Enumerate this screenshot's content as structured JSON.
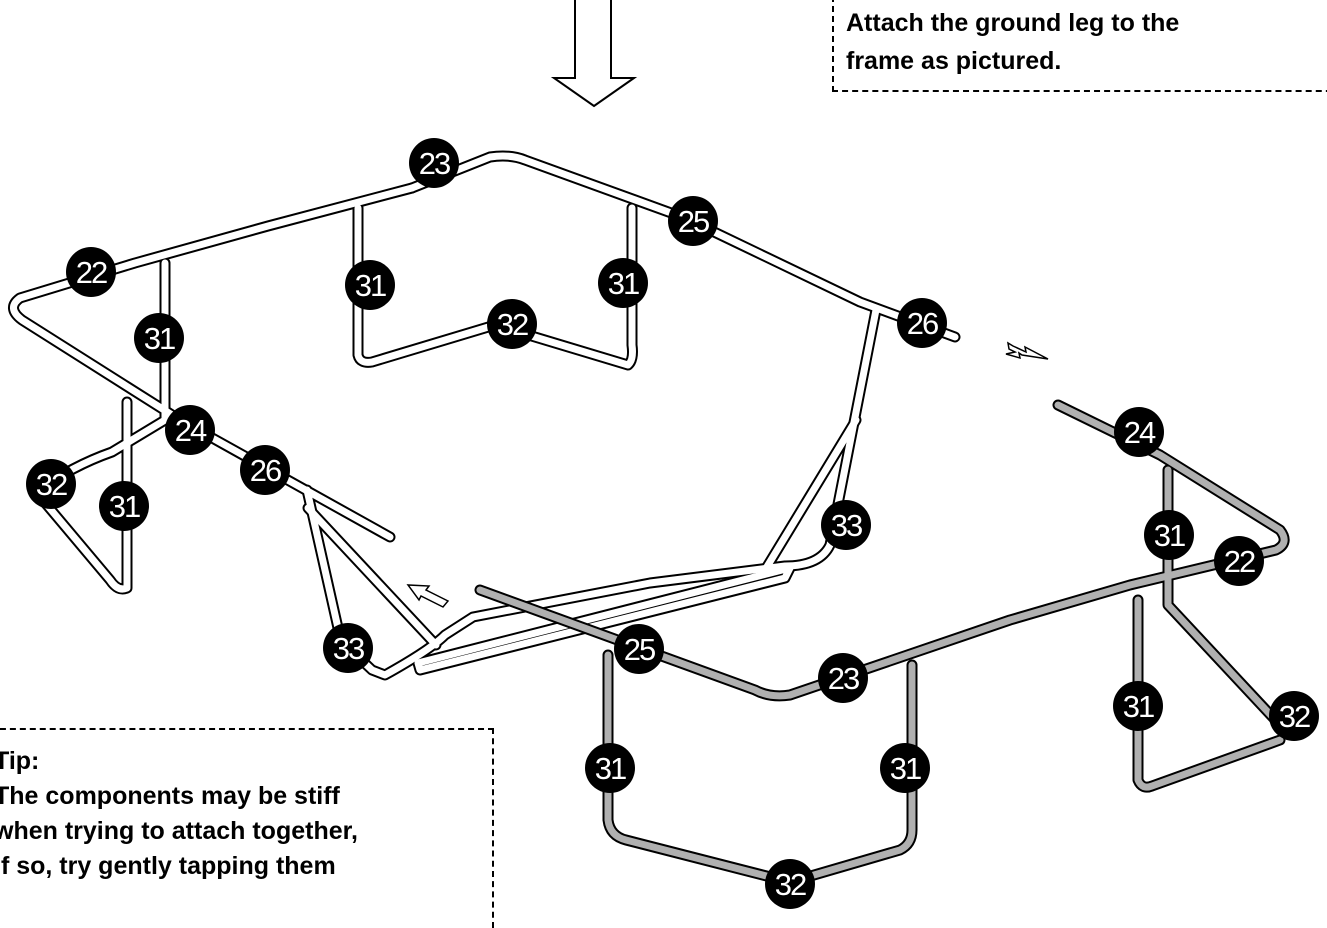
{
  "instruction_note": {
    "lines": [
      "Attach the ground leg to the",
      "frame as pictured."
    ]
  },
  "tip_note": {
    "heading": "Tip:",
    "lines": [
      "The components may be stiff",
      "when trying to attach together,",
      "if so, try gently tapping them"
    ]
  },
  "part_labels": {
    "frame_top_left": "22",
    "frame_top_corner_a": "23",
    "frame_top_left_b": "24",
    "frame_top_corner_b": "25",
    "frame_top_end_left": "26",
    "frame_top_end_right": "26",
    "leg_top_a": "31",
    "leg_top_b": "31",
    "leg_top_c": "31",
    "leg_top_d": "31",
    "base_top_a": "32",
    "base_top_b": "32",
    "brace_right": "33",
    "brace_left": "33",
    "grey_24": "24",
    "grey_22": "22",
    "grey_25": "25",
    "grey_23": "23",
    "grey_leg_a": "31",
    "grey_leg_b": "31",
    "grey_leg_c": "31",
    "grey_leg_d": "31",
    "grey_base_a": "32",
    "grey_base_b": "32"
  },
  "colors": {
    "attached_frame_fill": "#ffffff",
    "new_leg_fill": "#b0b0b0",
    "outline": "#000000",
    "label_badge": "#000000"
  }
}
